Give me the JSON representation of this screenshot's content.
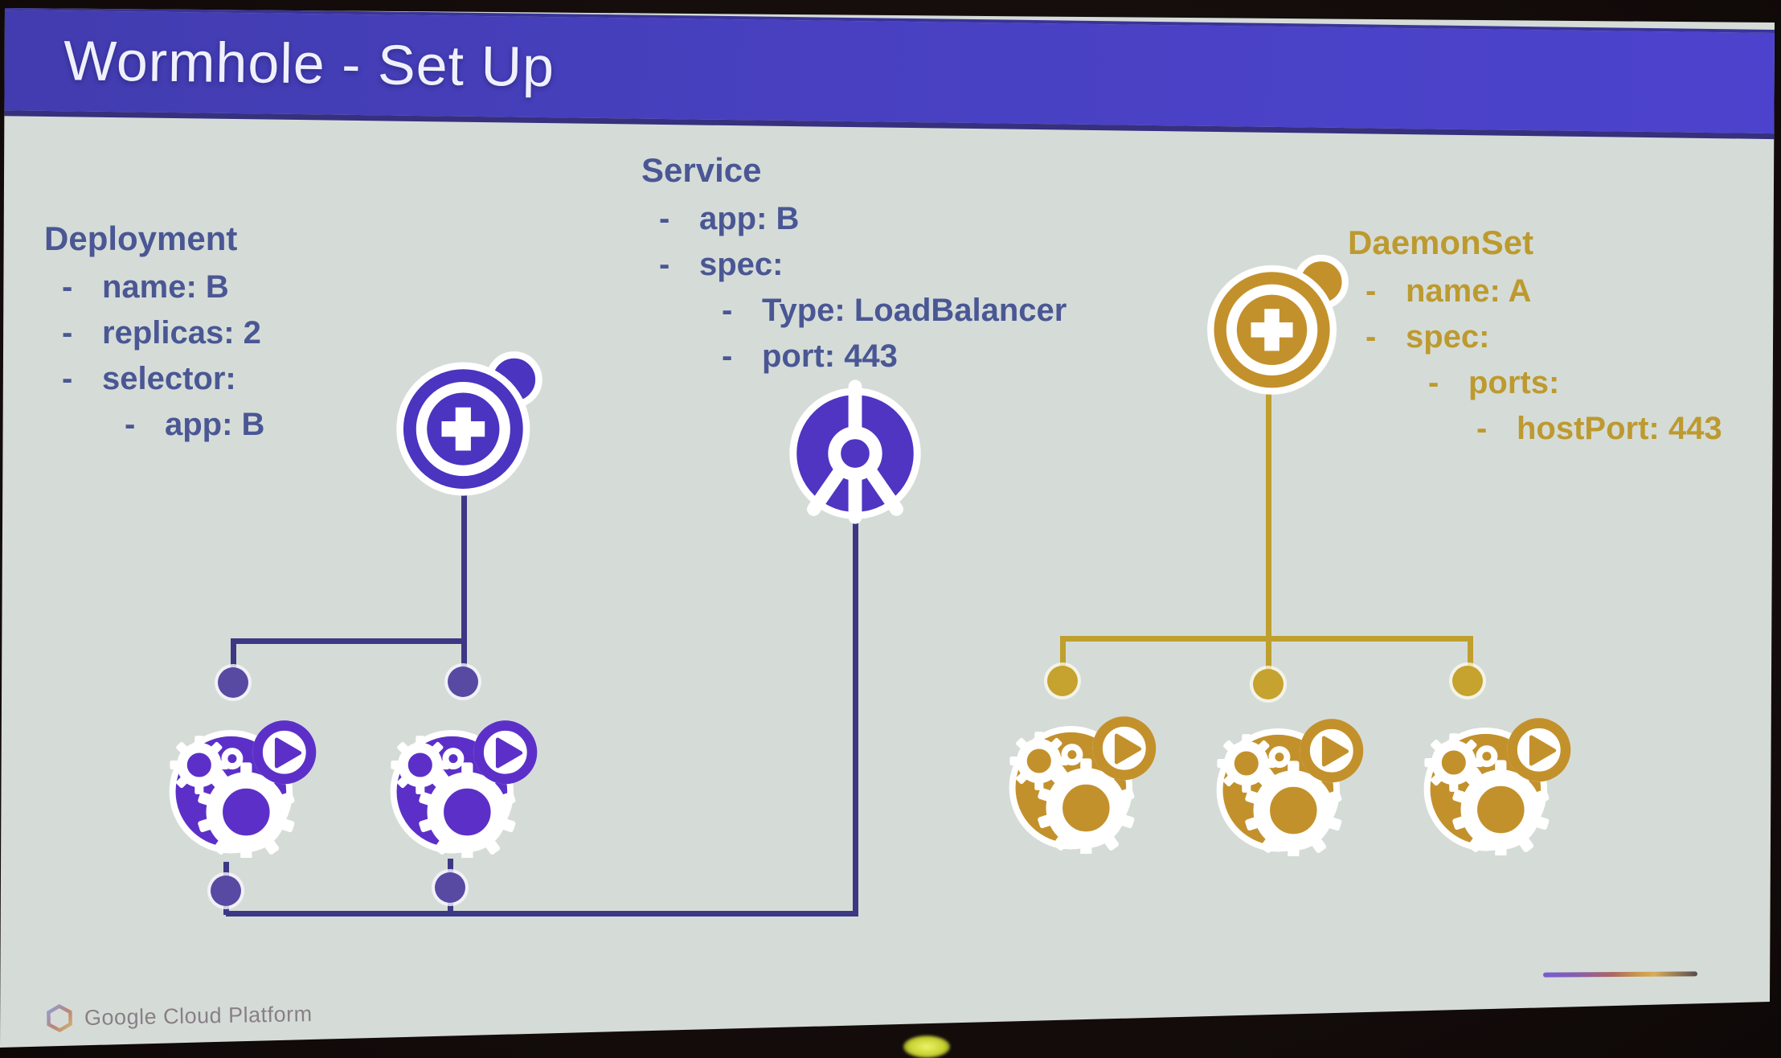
{
  "slide": {
    "title": "Wormhole - Set Up"
  },
  "glyphs": {
    "dash": "-"
  },
  "groups": {
    "deployment": {
      "title": "Deployment",
      "lines": [
        {
          "indent": 1,
          "text": "name: B"
        },
        {
          "indent": 1,
          "text": "replicas: 2"
        },
        {
          "indent": 1,
          "text": "selector:"
        },
        {
          "indent": 2,
          "text": "app: B"
        }
      ]
    },
    "service": {
      "title": "Service",
      "lines": [
        {
          "indent": 1,
          "text": "app: B"
        },
        {
          "indent": 1,
          "text": "spec:"
        },
        {
          "indent": 2,
          "text": "Type: LoadBalancer"
        },
        {
          "indent": 2,
          "text": "port: 443"
        }
      ]
    },
    "daemonset": {
      "title": "DaemonSet",
      "lines": [
        {
          "indent": 1,
          "text": "name: A"
        },
        {
          "indent": 1,
          "text": "spec:"
        },
        {
          "indent": 2,
          "text": "ports:"
        },
        {
          "indent": 3,
          "text": "hostPort: 443"
        }
      ]
    }
  },
  "icons": {
    "deployment": "replication-controller-icon",
    "daemonset": "replication-controller-icon",
    "service": "service-spokes-icon",
    "pod": "pod-gears-play-icon",
    "footer_logo": "google-cloud-hexagon-icon"
  },
  "footer": {
    "brand": "Google Cloud Platform"
  },
  "colors": {
    "banner_blue": "#4941c3",
    "purple_icon": "#4a34c0",
    "purple_pod": "#5c30c8",
    "purple_line": "#3c3884",
    "purple_text": "#4a5794",
    "gold_icon": "#c3912c",
    "gold_line": "#bfa02e",
    "gold_text": "#bd9a2f"
  }
}
